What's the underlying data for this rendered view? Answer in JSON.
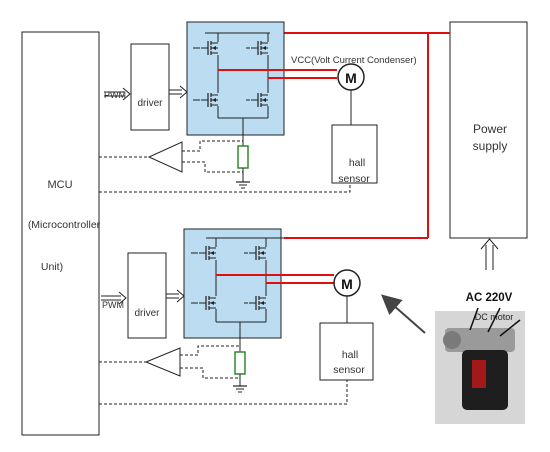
{
  "mcu": {
    "label": "MCU",
    "sublabel": "(Microcontroller",
    "sublabel2": "Unit)"
  },
  "power_supply": {
    "line1": "Power",
    "line2": "supply"
  },
  "top_circuit": {
    "pwm_label": "PWM",
    "driver_label": "driver",
    "vcc_label": "VCC(Volt Current Condenser)",
    "motor_symbol": "M",
    "hall_line1": "hall",
    "hall_line2": "sensor"
  },
  "bottom_circuit": {
    "pwm_label": "PWM",
    "driver_label": "driver",
    "motor_symbol": "M",
    "hall_line1": "hall",
    "hall_line2": "sensor"
  },
  "ac_label": "AC 220V",
  "photo": {
    "caption": "DC motor"
  },
  "colors": {
    "bridge_fill": "#bcdcf2",
    "power_line": "#e01010",
    "sense_resistor": "#2e8b2e"
  }
}
